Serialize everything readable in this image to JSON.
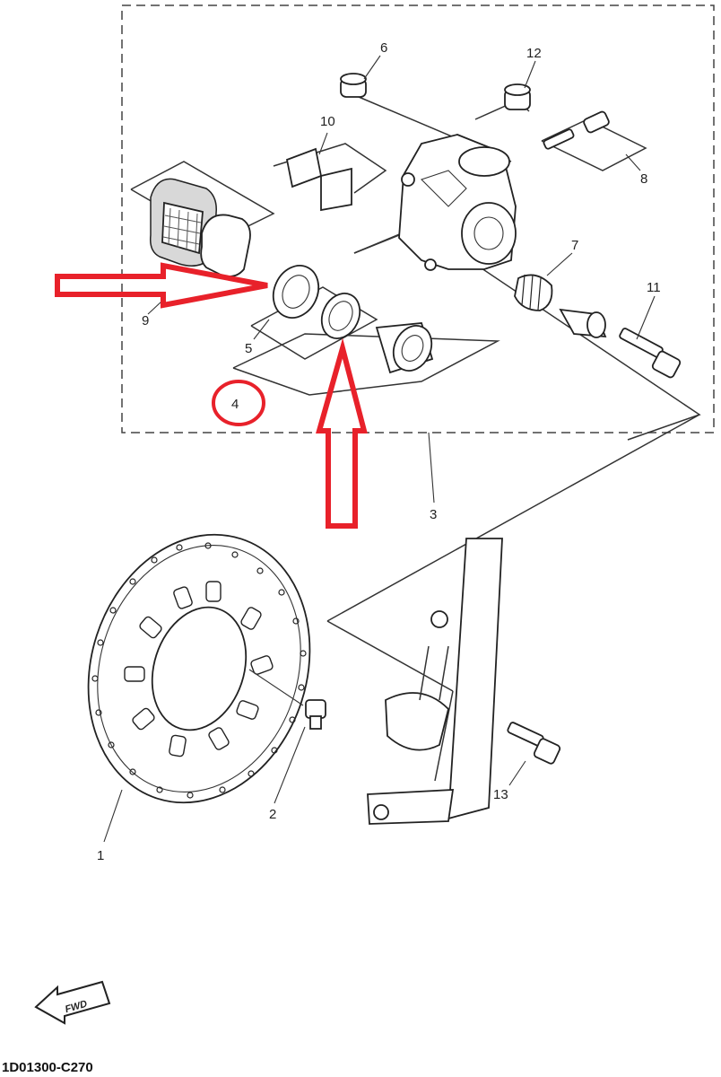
{
  "diagram_code": "1D01300-C270",
  "direction_label": "FWD",
  "highlight_color": "#e8212a",
  "callouts": [
    "1",
    "2",
    "3",
    "4",
    "5",
    "6",
    "7",
    "8",
    "9",
    "10",
    "11",
    "12",
    "13"
  ],
  "icons": [
    "fwd-arrow-icon",
    "red-arrow-left-icon",
    "red-arrow-up-icon",
    "red-circle-highlight"
  ]
}
